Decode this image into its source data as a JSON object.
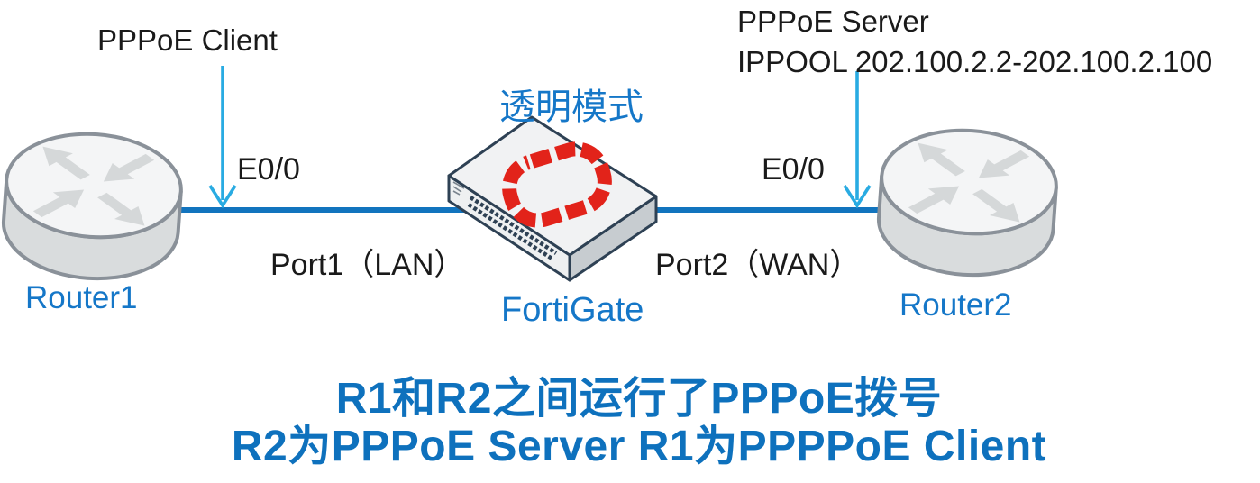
{
  "diagram": {
    "nodes": {
      "router1": {
        "label": "Router1",
        "type": "router"
      },
      "fortigate": {
        "label": "FortiGate",
        "mode": "透明模式",
        "type": "firewall"
      },
      "router2": {
        "label": "Router2",
        "type": "router"
      }
    },
    "annotations": {
      "client": "PPPoE Client",
      "server_line1": "PPPoE Server",
      "server_line2": "IPPOOL 202.100.2.2-202.100.2.100",
      "left_interface": "E0/0",
      "right_interface": "E0/0",
      "left_port": "Port1（LAN）",
      "right_port": "Port2（WAN）"
    },
    "caption": {
      "line1": "R1和R2之间运行了PPPoE拨号",
      "line2": "R2为PPPoE Server R1为PPPPoE Client"
    },
    "colors": {
      "label_blue": "#1577C8",
      "caption_blue": "#0E71BD",
      "link_blue": "#1274BE",
      "arrow_light_blue": "#29ABE2",
      "logo_red": "#E2231A",
      "device_edge": "#2E4154",
      "router_gray": "#F4F5F6",
      "text_black": "#1A1A1A"
    }
  }
}
